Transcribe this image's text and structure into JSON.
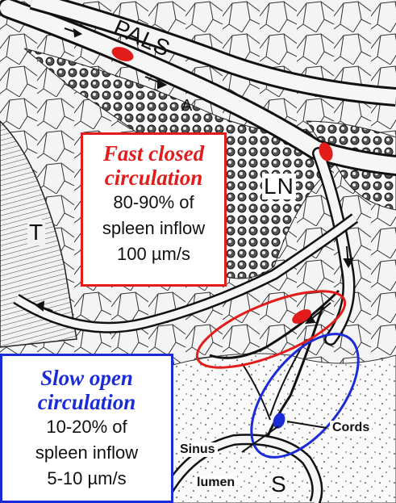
{
  "diagram": {
    "structure_labels": {
      "pals": "PALS",
      "artery": "A",
      "lymph_node": "LN",
      "trabecula": "T",
      "sinus_marker": "S"
    },
    "callouts": {
      "cords": "Cords",
      "sinus": "Sinus",
      "lumen": "lumen"
    },
    "fast_box": {
      "title_line1": "Fast closed",
      "title_line2": "circulation",
      "line1": "80-90% of",
      "line2": "spleen inflow",
      "line3": "100 µm/s",
      "color": "#e21b1b"
    },
    "slow_box": {
      "title_line1": "Slow open",
      "title_line2": "circulation",
      "line1": "10-20% of",
      "line2": "spleen inflow",
      "line3": "5-10 µm/s",
      "color": "#1c2bd8"
    },
    "colors": {
      "red_marker": "#e21b1b",
      "blue_marker": "#1c2bd8",
      "ink": "#111111"
    }
  }
}
